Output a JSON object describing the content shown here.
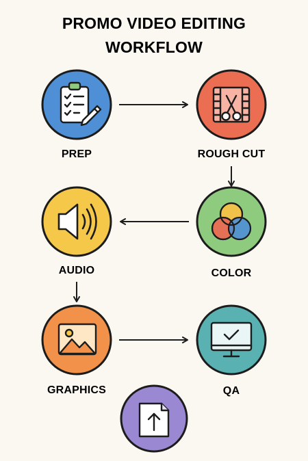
{
  "title": {
    "line1": "PROMO VIDEO EDITING",
    "line2": "WORKFLOW"
  },
  "steps": [
    {
      "label": "PREP",
      "icon": "clipboard-checklist-icon",
      "color": "#4e8fd6"
    },
    {
      "label": "ROUGH CUT",
      "icon": "film-scissors-icon",
      "color": "#ec6e52"
    },
    {
      "label": "COLOR",
      "icon": "color-circles-icon",
      "color": "#8fcb7e"
    },
    {
      "label": "AUDIO",
      "icon": "speaker-icon",
      "color": "#f5c84a"
    },
    {
      "label": "GRAPHICS",
      "icon": "image-icon",
      "color": "#f1914a"
    },
    {
      "label": "QA",
      "icon": "monitor-check-icon",
      "color": "#59b2b1"
    },
    {
      "label": "",
      "icon": "file-upload-icon",
      "color": "#9a88d3"
    }
  ],
  "colors": {
    "background": "#fbf8f2",
    "ink": "#1c1c1c"
  }
}
